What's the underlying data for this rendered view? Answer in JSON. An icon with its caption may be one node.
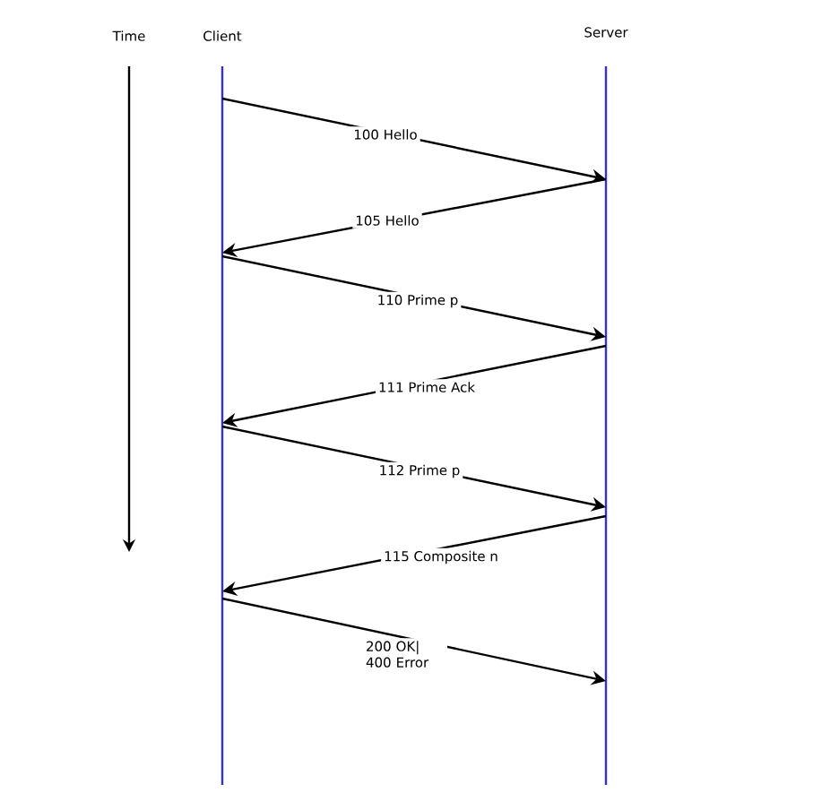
{
  "diagram": {
    "nodes": [
      {
        "text": [
          "Client"
        ]
      },
      {
        "text": [
          "Server"
        ]
      }
    ],
    "edges": [
      {
        "from": 0,
        "to": 1,
        "arrow": "to",
        "label": "100 Hello"
      },
      {
        "from": 1,
        "to": 0,
        "arrow": "to",
        "label": "105 Hello"
      },
      {
        "from": 0,
        "to": 1,
        "arrow": "to",
        "label": "110 Prime p"
      },
      {
        "from": 1,
        "to": 0,
        "arrow": "to",
        "label": "111 Prime Ack"
      },
      {
        "from": 0,
        "to": 1,
        "arrow": "to",
        "label": "112 Prime p"
      },
      {
        "from": 1,
        "to": 0,
        "arrow": "to",
        "label": "115 Composite n"
      },
      {
        "from": 0,
        "to": 1,
        "arrow": "to",
        "label": "200 OK| 400 Error"
      }
    ],
    "labels": [
      "Time"
    ]
  }
}
